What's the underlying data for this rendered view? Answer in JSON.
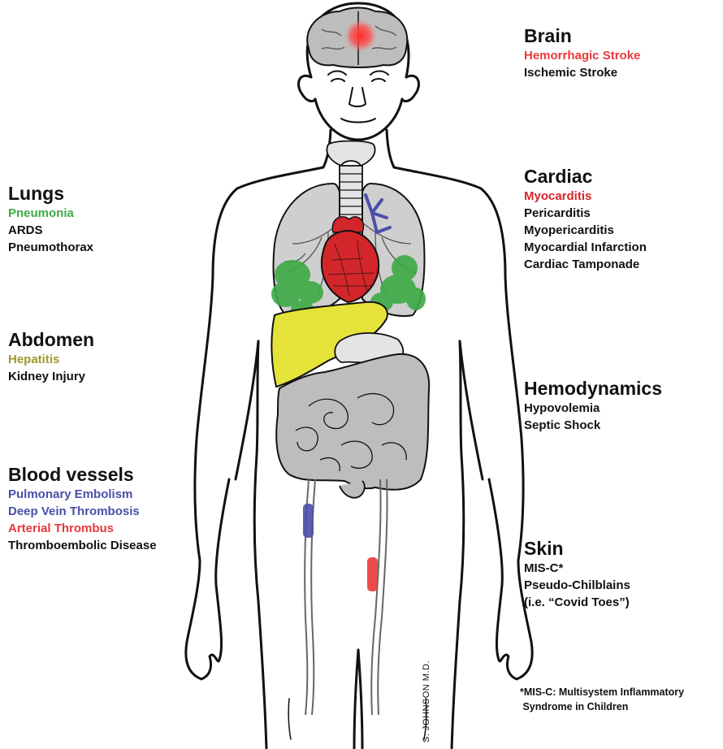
{
  "organs": {
    "brain": {
      "title": "Brain",
      "items": [
        {
          "text": "Hemorrhagic Stroke",
          "color": "#e8383b"
        },
        {
          "text": "Ischemic Stroke",
          "color": "#111111"
        }
      ]
    },
    "cardiac": {
      "title": "Cardiac",
      "items": [
        {
          "text": "Myocarditis",
          "color": "#d3262a"
        },
        {
          "text": "Pericarditis",
          "color": "#111111"
        },
        {
          "text": "Myopericarditis",
          "color": "#111111"
        },
        {
          "text": "Myocardial Infarction",
          "color": "#111111"
        },
        {
          "text": "Cardiac Tamponade",
          "color": "#111111"
        }
      ]
    },
    "hemodynamics": {
      "title": "Hemodynamics",
      "items": [
        {
          "text": "Hypovolemia",
          "color": "#111111"
        },
        {
          "text": "Septic Shock",
          "color": "#111111"
        }
      ]
    },
    "skin": {
      "title": "Skin",
      "items": [
        {
          "text": "MIS-C*",
          "color": "#111111"
        },
        {
          "text": "Pseudo-Chilblains",
          "color": "#111111"
        },
        {
          "text": "(i.e. “Covid Toes”)",
          "color": "#111111"
        }
      ]
    },
    "lungs": {
      "title": "Lungs",
      "items": [
        {
          "text": "Pneumonia",
          "color": "#3daa45"
        },
        {
          "text": "ARDS",
          "color": "#111111"
        },
        {
          "text": "Pneumothorax",
          "color": "#111111"
        }
      ]
    },
    "abdomen": {
      "title": "Abdomen",
      "items": [
        {
          "text": "Hepatitis",
          "color": "#9e9a2c"
        },
        {
          "text": "Kidney Injury",
          "color": "#111111"
        }
      ]
    },
    "blood_vessels": {
      "title": "Blood vessels",
      "items": [
        {
          "text": "Pulmonary Embolism",
          "color": "#4a4fa8"
        },
        {
          "text": "Deep Vein Thrombosis",
          "color": "#4a4fa8"
        },
        {
          "text": "Arterial Thrombus",
          "color": "#e8383b"
        },
        {
          "text": "Thromboembolic Disease",
          "color": "#111111"
        }
      ]
    }
  },
  "footnote": "*MIS-C: Multisystem Inflammatory\n Syndrome in Children",
  "signature": "S. JOHNSON M.D.",
  "colors": {
    "outline": "#111111",
    "organ_gray": "#bdbdbd",
    "lung_gray": "#cfcfcf",
    "pneumonia_green": "#3daa45",
    "liver_yellow": "#e5e23a",
    "heart_red": "#d3262a",
    "vein_blue": "#4a4fa8",
    "bleed_red": "#f03c3c",
    "artery_red": "#e8383b"
  }
}
